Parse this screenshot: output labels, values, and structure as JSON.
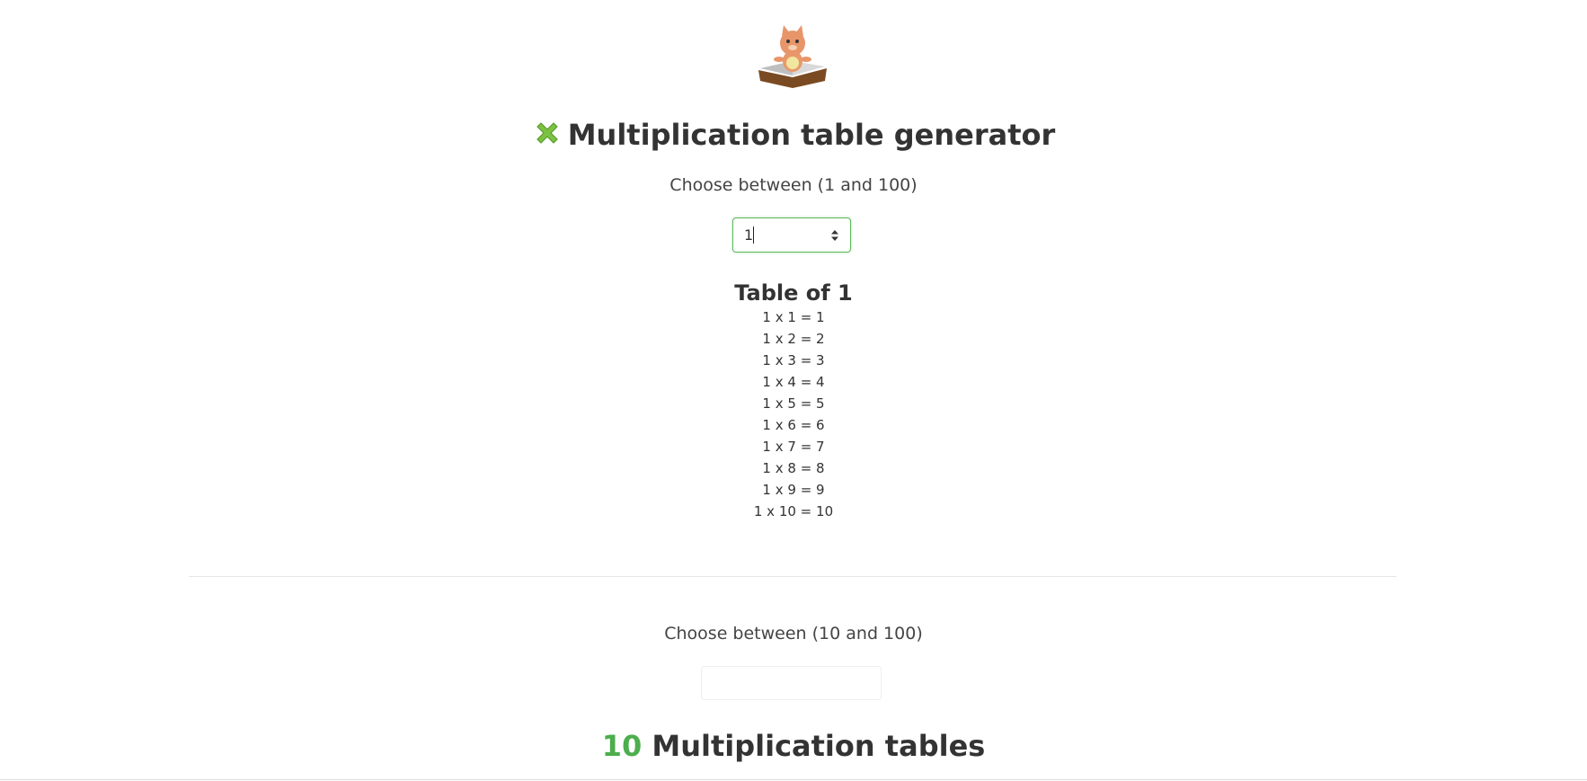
{
  "header": {
    "logo_icon": "cat-on-book-icon",
    "title_icon": "green-x-icon",
    "title": "Multiplication table generator"
  },
  "single_table": {
    "choose_label": "Choose between (1 and 100)",
    "input_value": "1",
    "table_title": "Table of 1",
    "rows": [
      "1 x 1 = 1",
      "1 x 2 = 2",
      "1 x 3 = 3",
      "1 x 4 = 4",
      "1 x 5 = 5",
      "1 x 6 = 6",
      "1 x 7 = 7",
      "1 x 8 = 8",
      "1 x 9 = 9",
      "1 x 10 = 10"
    ]
  },
  "multi_table": {
    "choose_label": "Choose between (10 and 100)",
    "input_value": "",
    "count": "10",
    "title_suffix": "Multiplication tables"
  },
  "colors": {
    "accent_green": "#4cae4c",
    "focus_border": "#5cb85c",
    "text": "#333333"
  }
}
